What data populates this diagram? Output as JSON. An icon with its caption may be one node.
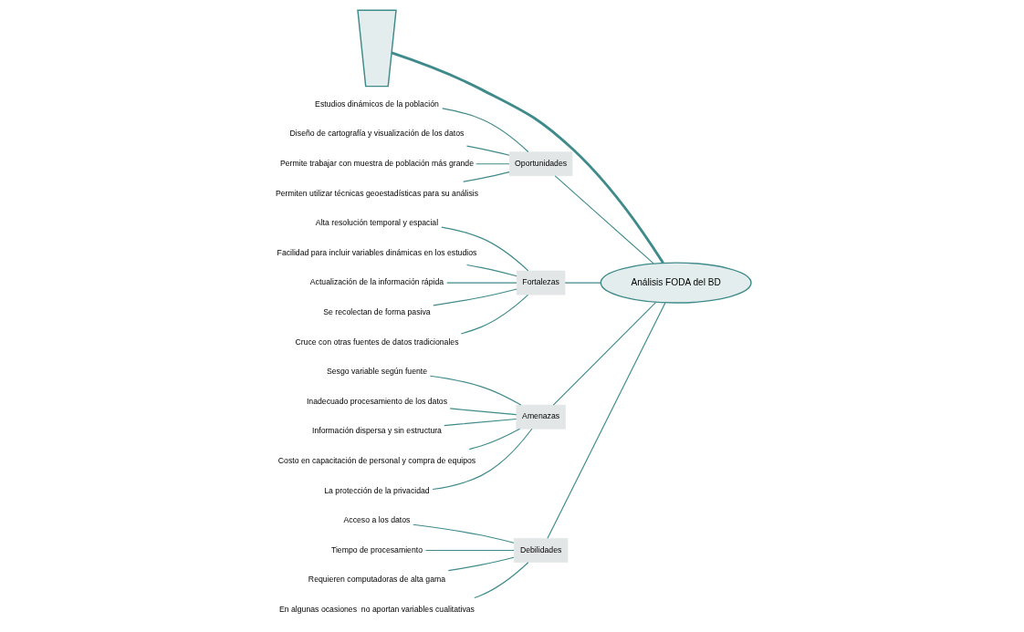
{
  "diagram": {
    "nodes": [
      {
        "text": [],
        "shape": "tail"
      },
      {
        "text": [
          "Oportunidades"
        ]
      },
      {
        "text": [
          "Estudios dinámicos de la población"
        ]
      },
      {
        "text": [
          "Diseño de cartografía y visualización de los datos"
        ]
      },
      {
        "text": [
          "Permite trabajar con muestra de población más grande"
        ]
      },
      {
        "text": [
          "Permiten utilizar técnicas geoestadísticas para su análisis"
        ]
      },
      {
        "text": [
          "Fortalezas"
        ]
      },
      {
        "text": [
          "Alta resolución temporal y espacial"
        ]
      },
      {
        "text": [
          "Facilidad para incluir variables dinámicas en los estudios"
        ]
      },
      {
        "text": [
          "Actualización de la información rápida"
        ]
      },
      {
        "text": [
          "Se recolectan de forma pasiva"
        ]
      },
      {
        "text": [
          "Cruce con otras fuentes de datos tradicionales"
        ]
      },
      {
        "text": [
          "Amenazas"
        ]
      },
      {
        "text": [
          "Sesgo variable según fuente"
        ]
      },
      {
        "text": [
          "Inadecuado procesamiento de los datos"
        ]
      },
      {
        "text": [
          "Información dispersa y sin estructura"
        ]
      },
      {
        "text": [
          "Costo en capacitación de personal y compra de equipos"
        ]
      },
      {
        "text": [
          "La protección de la privacidad"
        ]
      },
      {
        "text": [
          "Debilidades"
        ]
      },
      {
        "text": [
          "Acceso a los datos"
        ]
      },
      {
        "text": [
          "Tiempo de procesamiento"
        ]
      },
      {
        "text": [
          "Requieren computadoras de alta gama"
        ]
      },
      {
        "text": [
          "En algunas ocasiones  no aportan variables cualitativas"
        ]
      },
      {
        "text": [
          "Análisis FODA del BD"
        ]
      }
    ],
    "edges": [
      {
        "from": 0,
        "to": 23,
        "arrow": "none",
        "style": "thick"
      },
      {
        "from": 2,
        "to": 1,
        "arrow": "none"
      },
      {
        "from": 3,
        "to": 1,
        "arrow": "none"
      },
      {
        "from": 4,
        "to": 1,
        "arrow": "none"
      },
      {
        "from": 5,
        "to": 1,
        "arrow": "none"
      },
      {
        "from": 1,
        "to": 23,
        "arrow": "none"
      },
      {
        "from": 7,
        "to": 6,
        "arrow": "none"
      },
      {
        "from": 8,
        "to": 6,
        "arrow": "none"
      },
      {
        "from": 9,
        "to": 6,
        "arrow": "none"
      },
      {
        "from": 10,
        "to": 6,
        "arrow": "none"
      },
      {
        "from": 11,
        "to": 6,
        "arrow": "none"
      },
      {
        "from": 6,
        "to": 23,
        "arrow": "none"
      },
      {
        "from": 13,
        "to": 12,
        "arrow": "none"
      },
      {
        "from": 14,
        "to": 12,
        "arrow": "none"
      },
      {
        "from": 15,
        "to": 12,
        "arrow": "none"
      },
      {
        "from": 16,
        "to": 12,
        "arrow": "none"
      },
      {
        "from": 17,
        "to": 12,
        "arrow": "none"
      },
      {
        "from": 12,
        "to": 23,
        "arrow": "none"
      },
      {
        "from": 19,
        "to": 18,
        "arrow": "none"
      },
      {
        "from": 20,
        "to": 18,
        "arrow": "none"
      },
      {
        "from": 21,
        "to": 18,
        "arrow": "none"
      },
      {
        "from": 22,
        "to": 18,
        "arrow": "none"
      },
      {
        "from": 18,
        "to": 23,
        "arrow": "none"
      }
    ]
  }
}
